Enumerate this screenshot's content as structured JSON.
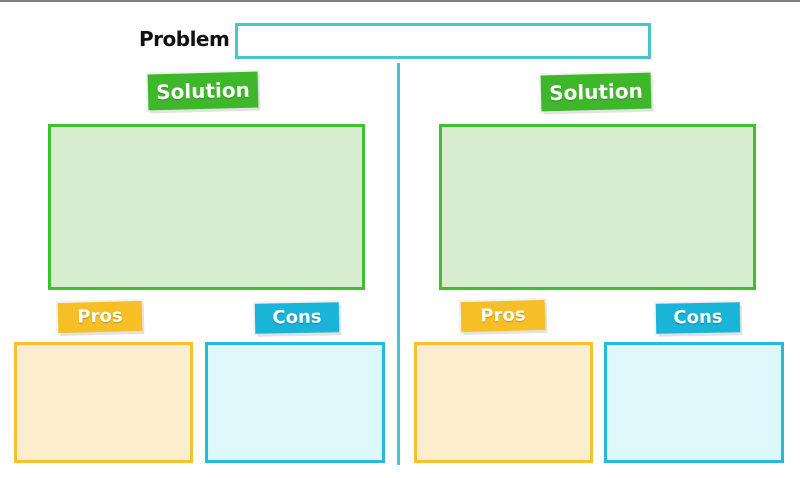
{
  "problem": {
    "label": "Problem",
    "value": ""
  },
  "columns": [
    {
      "solution_label": "Solution",
      "solution_value": "",
      "pros_label": "Pros",
      "pros_value": "",
      "cons_label": "Cons",
      "cons_value": ""
    },
    {
      "solution_label": "Solution",
      "solution_value": "",
      "pros_label": "Pros",
      "pros_value": "",
      "cons_label": "Cons",
      "cons_value": ""
    }
  ],
  "colors": {
    "teal": "#48c5cf",
    "solution_green": "#3eb82a",
    "solution_fill": "#d8ecd0",
    "pros_yellow": "#f6bf26",
    "pros_fill": "#fdeecd",
    "cons_blue": "#19b4d8",
    "cons_fill": "#dcf8fb"
  }
}
